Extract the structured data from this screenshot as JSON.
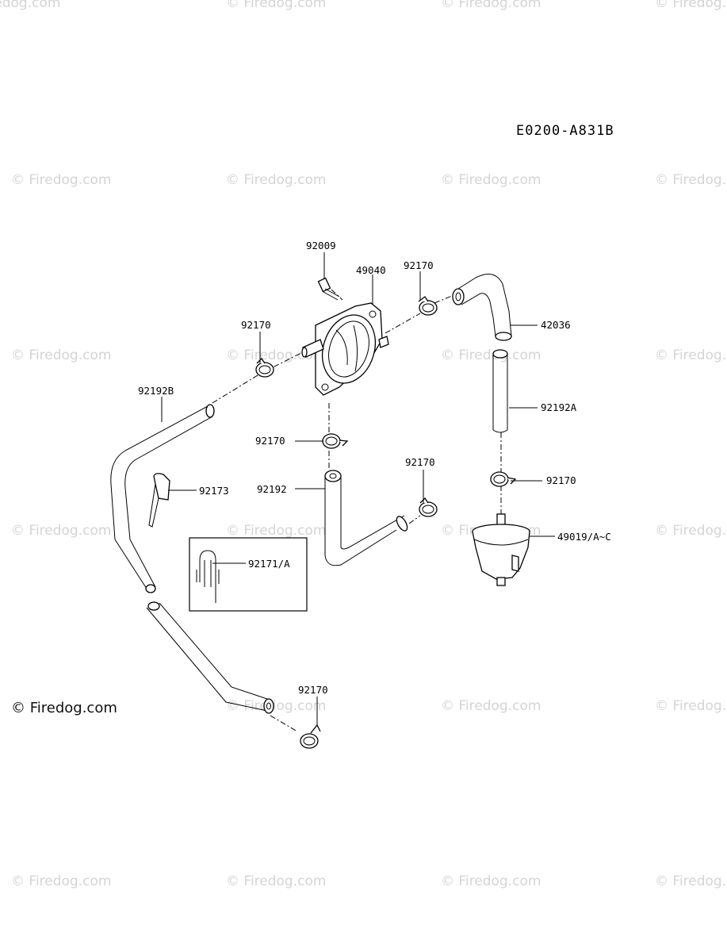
{
  "diagram_code": "E0200-A831B",
  "watermark_text": "© Firedog.com",
  "watermark_color": "#d4d4d4",
  "parts": [
    {
      "id": "p-92009",
      "label": "92009"
    },
    {
      "id": "p-49040",
      "label": "49040"
    },
    {
      "id": "p-92170-top",
      "label": "92170"
    },
    {
      "id": "p-42036",
      "label": "42036"
    },
    {
      "id": "p-92170-left",
      "label": "92170"
    },
    {
      "id": "p-92192B",
      "label": "92192B"
    },
    {
      "id": "p-92192A",
      "label": "92192A"
    },
    {
      "id": "p-92170-mid",
      "label": "92170"
    },
    {
      "id": "p-92170-right",
      "label": "92170"
    },
    {
      "id": "p-92170-center",
      "label": "92170"
    },
    {
      "id": "p-92173",
      "label": "92173"
    },
    {
      "id": "p-92192",
      "label": "92192"
    },
    {
      "id": "p-49019",
      "label": "49019/A~C"
    },
    {
      "id": "p-92171",
      "label": "92171/A"
    },
    {
      "id": "p-92170-bottom",
      "label": "92170"
    }
  ]
}
